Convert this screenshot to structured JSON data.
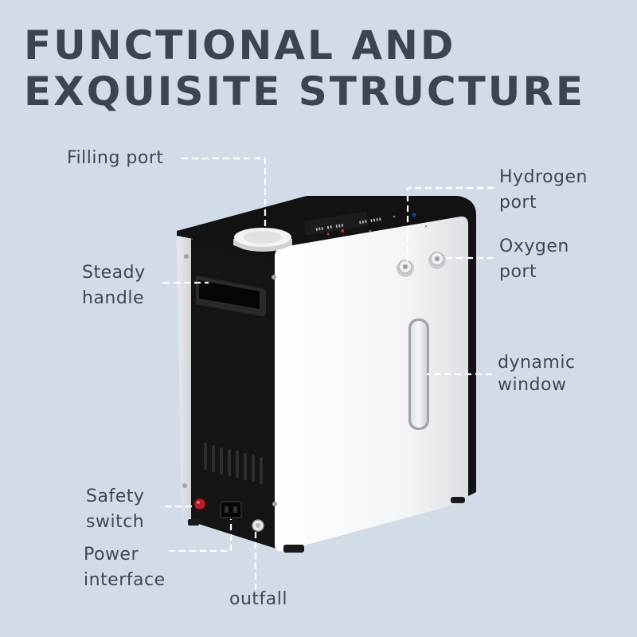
{
  "headline": {
    "line1": "FUNCTIONAL AND",
    "line2": "EXQUISITE STRUCTURE"
  },
  "callouts": {
    "filling_port": "Filling port",
    "steady_handle": [
      "Steady",
      "handle"
    ],
    "hydrogen_port": [
      "Hydrogen",
      "port"
    ],
    "oxygen_port": [
      "Oxygen",
      "port"
    ],
    "dynamic_window": [
      "dynamic",
      "window"
    ],
    "safety_switch": [
      "Safety",
      "switch"
    ],
    "power_interface": [
      "Power",
      "interface"
    ],
    "outfall": "outfall"
  },
  "colors": {
    "background": "#d2dce9",
    "headline_text": "#3c4451",
    "device_white": "#f4f5f7",
    "device_black": "#151515",
    "leader_line": "#ffffff"
  }
}
